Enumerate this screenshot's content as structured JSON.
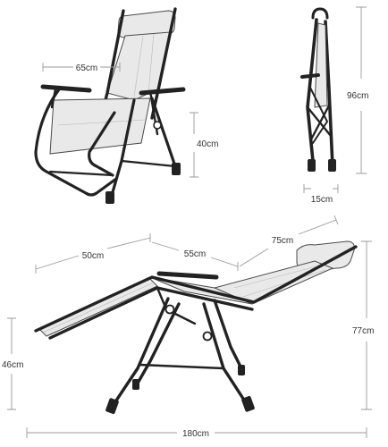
{
  "diagram": {
    "front_view": {
      "width_label": "65cm",
      "height_label": "40cm"
    },
    "side_view": {
      "height_label": "96cm",
      "depth_label": "15cm"
    },
    "reclined_view": {
      "leg_label": "50cm",
      "seat_label": "55cm",
      "back_label": "75cm",
      "total_height_label": "77cm",
      "seat_height_label": "46cm",
      "total_length_label": "180cm"
    }
  }
}
